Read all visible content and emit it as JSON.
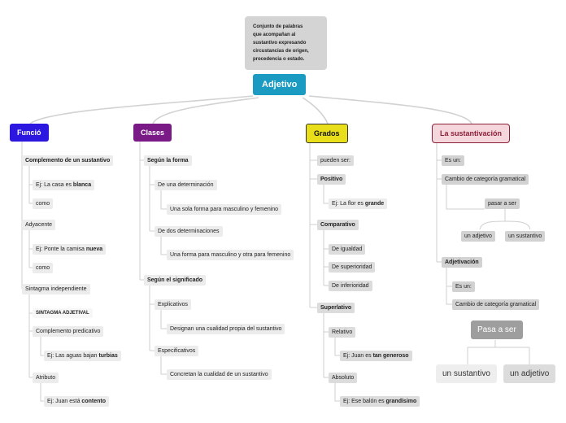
{
  "note": {
    "l1": "Conjunto de palabras",
    "l2": "que acompañan al",
    "l3": "sustantivo expresando",
    "l4": "circustancias de origen,",
    "l5": "procedencia o estado."
  },
  "root": "Adjetivo",
  "funcio": {
    "title": "Funció",
    "comp": "Complemento de un sustantivo",
    "ej1_pre": "Ej: La casa es ",
    "ej1_b": "blanca",
    "como1": "como",
    "adyacente": "Adyacente",
    "ej2_pre": "Ej: Ponte la camisa ",
    "ej2_b": "nueva",
    "como2": "como",
    "sintagma": "Sintagma independiente",
    "sa": "SINTAGMA ADJETIVAL",
    "comp_pred": "Complemento predicativo",
    "ej3_pre": "Ej: Las aguas bajan ",
    "ej3_b": "turbias",
    "atributo": "Atributo",
    "ej4_pre": "Ej: Juan está ",
    "ej4_b": "contento"
  },
  "clases": {
    "title": "Clases",
    "segun_forma": "Según la forma",
    "una_det": "De una determinación",
    "una_forma": "Una sola forma para masculino y femenino",
    "dos_det": "De dos determinaciones",
    "dos_forma": "Una forma para masculino y otra para femenino",
    "segun_sig": "Según el significado",
    "explicativos": "Explicativos",
    "exp_desc": "Designan una cualidad propia del sustantivo",
    "especificativos": "Especificativos",
    "esp_desc": "Concretan la cualidad de un sustantivo"
  },
  "grados": {
    "title": "Grados",
    "pueden": "pueden ser:",
    "positivo": "Positivo",
    "pos_pre": "Ej: La flor es ",
    "pos_b": "grande",
    "comparativo": "Comparativo",
    "igualdad": "De igualdad",
    "superioridad": "De superioridad",
    "inferioridad": "De inferioridad",
    "superlativo": "Superlativo",
    "relativo": "Relativo",
    "rel_pre": "Ej: Juan es ",
    "rel_b": "tan generoso",
    "absoluto": "Absoluto",
    "abs_pre": "Ej: Ese balón es ",
    "abs_b": "grandísimo"
  },
  "sust": {
    "title": "La sustantivación",
    "es1": "Es un:",
    "cambio1": "Cambio de categoría gramatical",
    "pasar": "pasar a ser",
    "un_adjetivo": "un adjetivo",
    "un_sustantivo": "un sustantivo",
    "adjetivacion": "Adjetivación",
    "es2": "Es un:",
    "cambio2": "Cambio de categoría gramatical",
    "pasa_a_ser": "Pasa a ser",
    "big_sust": "un sustantivo",
    "big_adj": "un adjetivo"
  },
  "colors": {
    "root": "#1b9ac2",
    "funcio": "#2b17e0",
    "clases": "#7a1a86",
    "grados": "#e8df1a",
    "sust": "#f4d6dc",
    "sust_border": "#8c1f38"
  }
}
